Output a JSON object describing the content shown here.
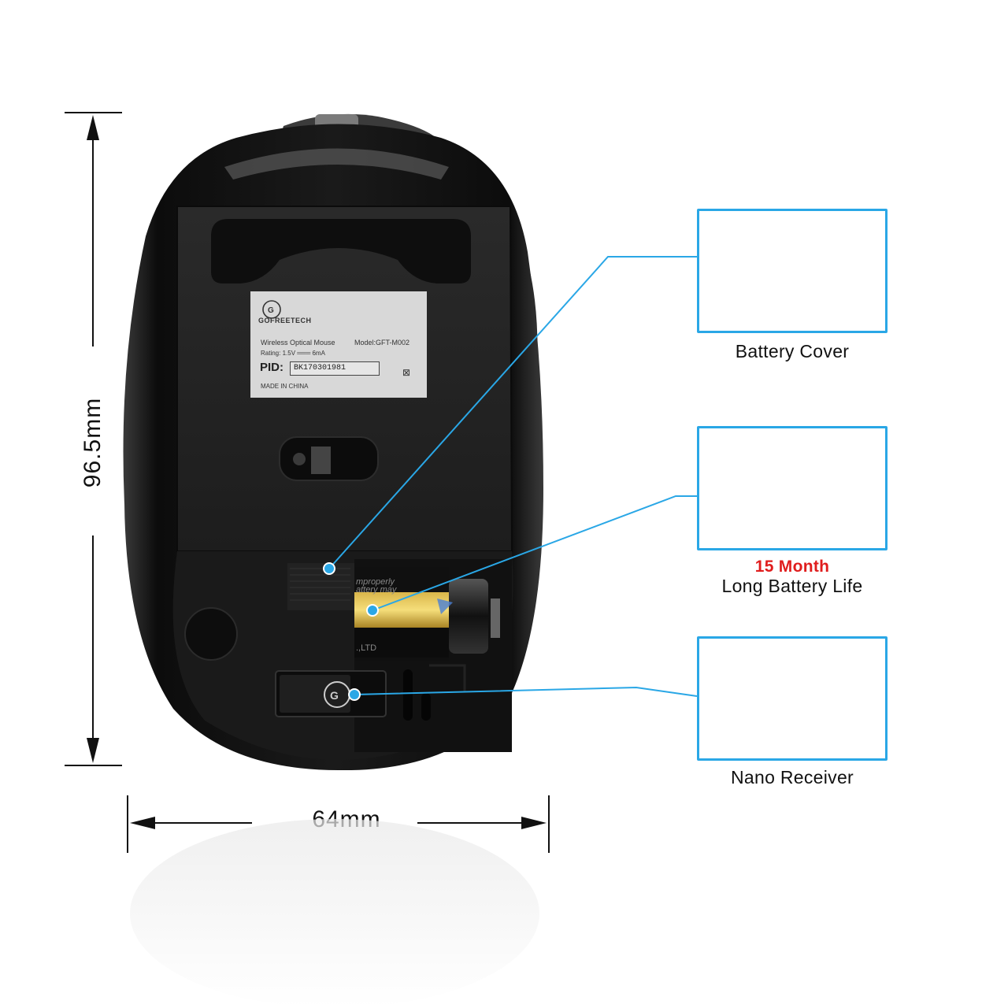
{
  "dimensions": {
    "height_label": "96.5mm",
    "width_label": "64mm"
  },
  "mouse_label": {
    "brand": "GOFREETECH",
    "product": "Wireless Optical Mouse",
    "model": "Model:GFT-M002",
    "rating": "Rating: 1.5V ═══ 6mA",
    "pid_label": "PID:",
    "pid_value": "BK170301981",
    "origin": "MADE IN CHINA"
  },
  "callouts": [
    {
      "caption": "Battery Cover",
      "icon": "battery-cover-icon"
    },
    {
      "highlight": "15 Month",
      "caption": "Long Battery Life",
      "icon": "battery-icon"
    },
    {
      "caption": "Nano Receiver",
      "icon": "usb-receiver-icon"
    }
  ],
  "colors": {
    "accent": "#2aa7e6",
    "highlight_red": "#e01d1d",
    "mouse_body": "#111111"
  }
}
